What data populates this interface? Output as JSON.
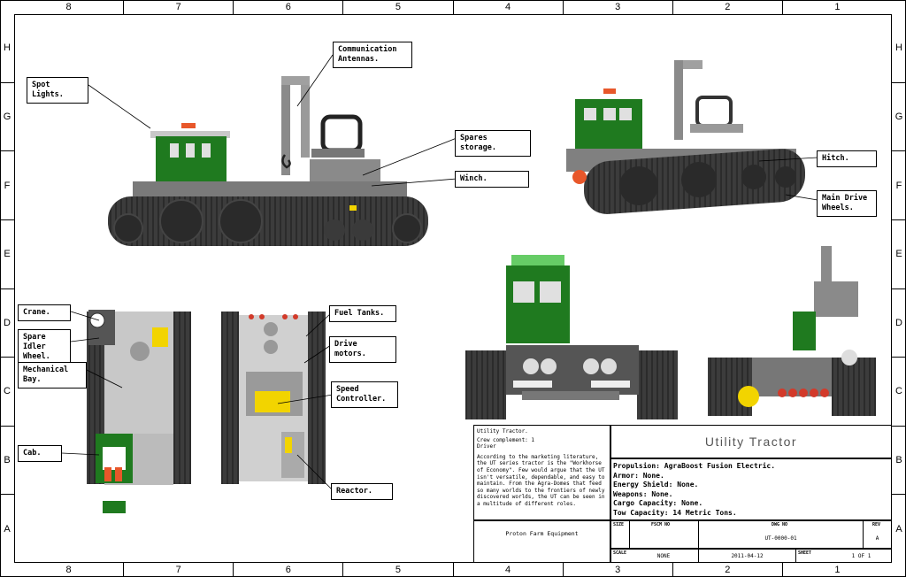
{
  "frame": {
    "top_zones": [
      "8",
      "7",
      "6",
      "5",
      "4",
      "3",
      "2",
      "1"
    ],
    "side_zones": [
      "H",
      "G",
      "F",
      "E",
      "D",
      "C",
      "B",
      "A"
    ]
  },
  "callouts": {
    "spot_lights": "Spot Lights.",
    "communication_antennas": "Communication\nAntennas.",
    "spares_storage": "Spares storage.",
    "winch": "Winch.",
    "hitch": "Hitch.",
    "main_drive_wheels": "Main Drive\nWheels.",
    "crane": "Crane.",
    "spare_idler_wheel": "Spare Idler\nWheel.",
    "mechanical_bay": "Mechanical Bay.",
    "cab": "Cab.",
    "fuel_tanks": "Fuel Tanks.",
    "drive_motors": "Drive motors.",
    "speed_controller": "Speed\nController.",
    "reactor": "Reactor."
  },
  "title_block": {
    "description_lines": [
      "Utility Tractor.",
      "Crew complement: 1",
      "Driver",
      "According to the marketing literature, the UT series tractor is the \"Workhorse of Economy\". Few would argue that the UT isn't versatile, dependable, and easy to maintain. From the Agra-Domes that feed so many worlds to the frontiers of newly discovered worlds, the UT can be seen in a multitude of different roles."
    ],
    "company": "Proton Farm Equipment",
    "title": "Utility Tractor",
    "specs": [
      "Propulsion: AgraBoost Fusion Electric.",
      "Armor: None.",
      "Energy Shield: None.",
      "Weapons: None.",
      "Cargo Capacity: None.",
      "Tow Capacity: 14 Metric Tons."
    ],
    "size_label": "SIZE",
    "fscm_label": "FSCM NO",
    "dwg_label": "DWG NO",
    "dwg_value": "UT-0000-01",
    "rev_label": "REV",
    "rev_value": "A",
    "scale_label": "SCALE",
    "scale_value": "NONE",
    "date_value": "2011-04-12",
    "sheet_label": "SHEET",
    "sheet_value": "1 OF 1"
  },
  "colors": {
    "cab_green": "#1f7a1f",
    "track_dark": "#2b2b2b",
    "body_grey": "#8a8a8a",
    "light_grey": "#c8c8c8",
    "accent_orange": "#e8572a",
    "accent_yellow": "#f2d400",
    "lamp_red": "#d23a2a"
  }
}
